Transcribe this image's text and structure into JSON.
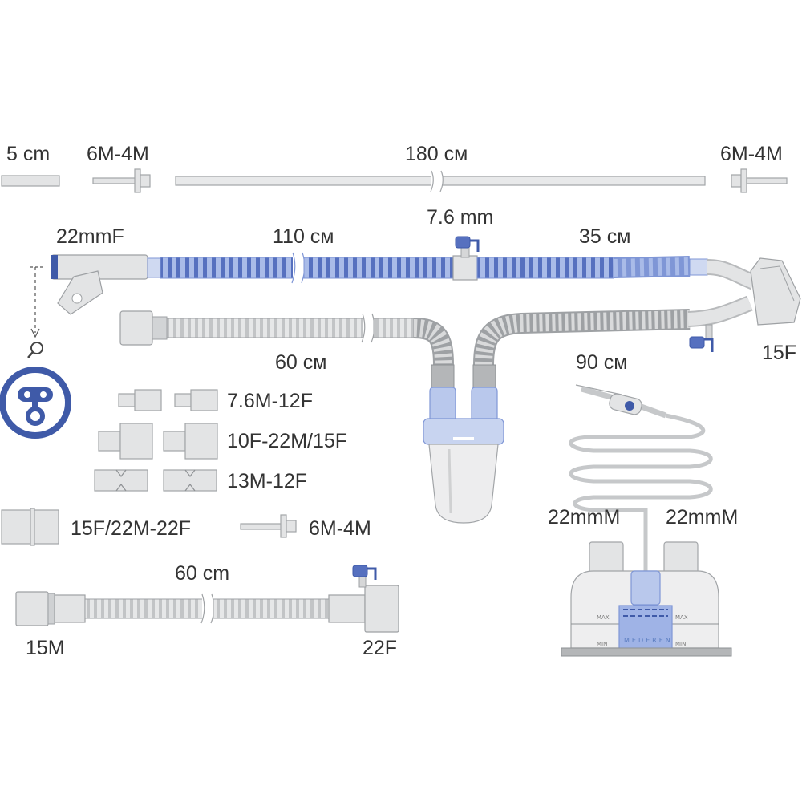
{
  "colors": {
    "tube_grey": "#d6d7d8",
    "tube_edge": "#9ea1a4",
    "tube_blue": "#7f96d6",
    "tube_blue_dark": "#3f5aa8",
    "blue_light": "#b9c8ec",
    "text": "#333333"
  },
  "top_row": {
    "tube_5cm": "5 cm",
    "connector_left": "6M-4M",
    "tube_180": "180 см",
    "connector_right": "6M-4M"
  },
  "circuit": {
    "port_22mmF": "22mmF",
    "inspiratory_110": "110 см",
    "sample_port": "7.6 mm",
    "inspiratory_35": "35 см",
    "expiratory_60": "60 см",
    "expiratory_90": "90 см",
    "wye_15F": "15F"
  },
  "adapters": {
    "a1": "7.6M-12F",
    "a2": "10F-22M/15F",
    "a3": "13M-12F",
    "a4": "15F/22M-22F",
    "a5": "6M-4M"
  },
  "extension": {
    "length": "60 cm",
    "end_left": "15M",
    "end_right": "22F"
  },
  "humidifier": {
    "port_left": "22mmM",
    "port_right": "22mmM",
    "brand": "MEDEREN",
    "max_left": "MAX",
    "max_right": "MAX",
    "min_left": "MIN",
    "min_right": "MIN"
  }
}
